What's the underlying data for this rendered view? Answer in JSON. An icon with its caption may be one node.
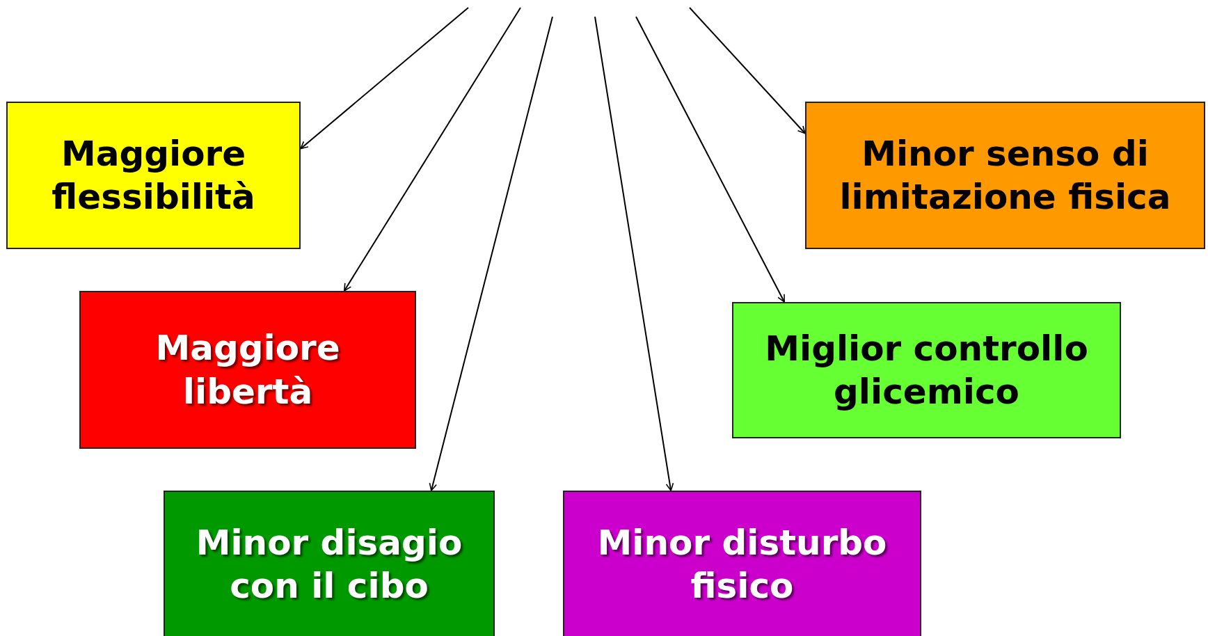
{
  "diagram": {
    "nodes": [
      {
        "text": [
          "Maggiore flessibilità"
        ]
      },
      {
        "text": [
          "Minor senso di limitazione fisica"
        ]
      },
      {
        "text": [
          "Maggiore libertà"
        ]
      },
      {
        "text": [
          "Miglior controllo glicemico"
        ]
      },
      {
        "text": [
          "Minor disagio con il cibo"
        ]
      },
      {
        "text": [
          "Minor disturbo fisico"
        ]
      }
    ],
    "edges": [
      {
        "from": null,
        "to": 0,
        "arrow": "to"
      },
      {
        "from": null,
        "to": 2,
        "arrow": "to"
      },
      {
        "from": null,
        "to": 4,
        "arrow": "to"
      },
      {
        "from": null,
        "to": 5,
        "arrow": "to"
      },
      {
        "from": null,
        "to": 3,
        "arrow": "to"
      },
      {
        "from": null,
        "to": 1,
        "arrow": "to"
      }
    ]
  }
}
